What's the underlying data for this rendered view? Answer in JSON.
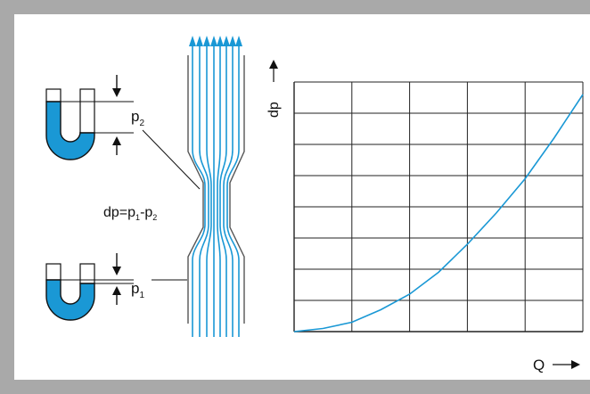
{
  "colors": {
    "frame": "#a9a9a9",
    "panel": "#ffffff",
    "fluid": "#1a98d5",
    "ink": "#111111"
  },
  "labels": {
    "p2_main": "p",
    "p2_sub": "2",
    "p1_main": "p",
    "p1_sub": "1",
    "formula_dp": "dp=p",
    "formula_sub1": "1",
    "formula_minus": "-p",
    "formula_sub2": "2",
    "axis_y": "dp",
    "axis_x": "Q"
  },
  "chart_data": {
    "type": "line",
    "xlabel": "Q",
    "ylabel": "dp",
    "grid": true,
    "grid_cols": 5,
    "grid_rows": 8,
    "xlim": [
      0,
      5
    ],
    "ylim": [
      0,
      8
    ],
    "series": [
      {
        "x": [
          0,
          0.5,
          1,
          1.5,
          2,
          2.5,
          3,
          3.5,
          4,
          4.5,
          5
        ],
        "values": [
          0,
          0.1,
          0.3,
          0.7,
          1.2,
          1.9,
          2.8,
          3.8,
          4.9,
          6.2,
          7.6
        ]
      }
    ]
  }
}
